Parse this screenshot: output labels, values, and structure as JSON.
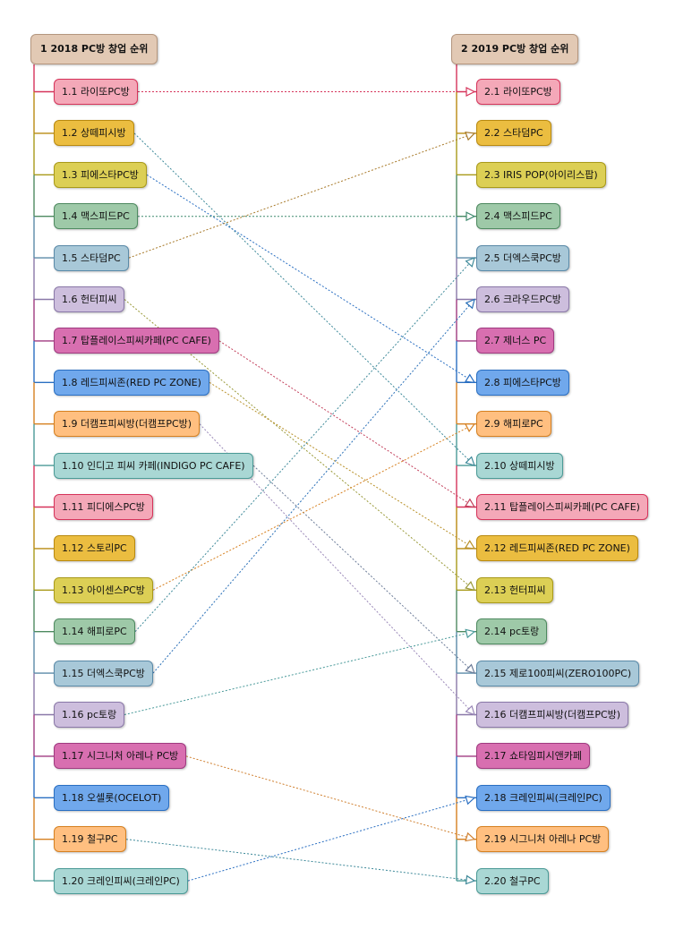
{
  "left": {
    "title": "1  2018 PC방 창업 순위",
    "items": [
      "1.1 라이또PC방",
      "1.2 상떼피시방",
      "1.3 피에스타PC방",
      "1.4 맥스피드PC",
      "1.5 스타덤PC",
      "1.6 헌터피씨",
      "1.7 탑플레이스피씨카페(PC CAFE)",
      "1.8 레드피씨존(RED PC ZONE)",
      "1.9 더캠프피씨방(더캠프PC방)",
      "1.10 인디고 피씨 카페(INDIGO PC CAFE)",
      "1.11 피디에스PC방",
      "1.12 스토리PC",
      "1.13 아이센스PC방",
      "1.14 해피로PC",
      "1.15 더엑스쿡PC방",
      "1.16 pc토랑",
      "1.17 시그니처 아레나 PC방",
      "1.18 오셀롯(OCELOT)",
      "1.19 철구PC",
      "1.20 크레인피씨(크레인PC)"
    ]
  },
  "right": {
    "title": "2  2019 PC방 창업 순위",
    "items": [
      "2.1 라이또PC방",
      "2.2 스타덤PC",
      "2.3 IRIS POP(아이리스팝)",
      "2.4 맥스피드PC",
      "2.5 더엑스쿡PC방",
      "2.6 크라우드PC방",
      "2.7 제너스 PC",
      "2.8 피에스타PC방",
      "2.9 해피로PC",
      "2.10 상떼피시방",
      "2.11 탑플레이스피씨카페(PC CAFE)",
      "2.12 레드피씨존(RED PC ZONE)",
      "2.13 헌터피씨",
      "2.14 pc토랑",
      "2.15 제로100피씨(ZERO100PC)",
      "2.16 더캠프피씨방(더캠프PC방)",
      "2.17 쇼타임피시앤카페",
      "2.18 크레인피씨(크레인PC)",
      "2.19 시그니처 아레나 PC방",
      "2.20 철구PC"
    ]
  },
  "links": [
    {
      "from": 1,
      "to": 1,
      "color": "#d6335a"
    },
    {
      "from": 2,
      "to": 10,
      "color": "#3f8a9a"
    },
    {
      "from": 3,
      "to": 8,
      "color": "#2a6fc2"
    },
    {
      "from": 4,
      "to": 4,
      "color": "#3f8a6e"
    },
    {
      "from": 5,
      "to": 2,
      "color": "#a87a2a"
    },
    {
      "from": 6,
      "to": 13,
      "color": "#9a9a3a"
    },
    {
      "from": 7,
      "to": 11,
      "color": "#c23e5a"
    },
    {
      "from": 8,
      "to": 12,
      "color": "#b9912a"
    },
    {
      "from": 9,
      "to": 16,
      "color": "#9a88b8"
    },
    {
      "from": 10,
      "to": 15,
      "color": "#6d7d99"
    },
    {
      "from": 13,
      "to": 9,
      "color": "#d68020"
    },
    {
      "from": 14,
      "to": 5,
      "color": "#3f8a9a"
    },
    {
      "from": 15,
      "to": 6,
      "color": "#2a70b8"
    },
    {
      "from": 16,
      "to": 14,
      "color": "#4a9a9a"
    },
    {
      "from": 17,
      "to": 19,
      "color": "#d08030"
    },
    {
      "from": 19,
      "to": 20,
      "color": "#3f8a9a"
    },
    {
      "from": 20,
      "to": 18,
      "color": "#2a6fc2"
    }
  ],
  "colors": {
    "root": {
      "fill": "#e2c9b4",
      "stroke": "#b4967e"
    },
    "palette": [
      {
        "fill": "#f4a8b8",
        "stroke": "#d6335a"
      },
      {
        "fill": "#ebbd40",
        "stroke": "#b98a10"
      },
      {
        "fill": "#dccf55",
        "stroke": "#a99a1a"
      },
      {
        "fill": "#9ec9a8",
        "stroke": "#4e8a60"
      },
      {
        "fill": "#a8c8d8",
        "stroke": "#5a8aa8"
      },
      {
        "fill": "#cdbedd",
        "stroke": "#8a78a8"
      },
      {
        "fill": "#d86fb0",
        "stroke": "#a03a80"
      },
      {
        "fill": "#70a8ec",
        "stroke": "#2a6fc2"
      },
      {
        "fill": "#ffbf80",
        "stroke": "#d68020"
      },
      {
        "fill": "#a9d7d4",
        "stroke": "#4a9a96"
      }
    ]
  }
}
